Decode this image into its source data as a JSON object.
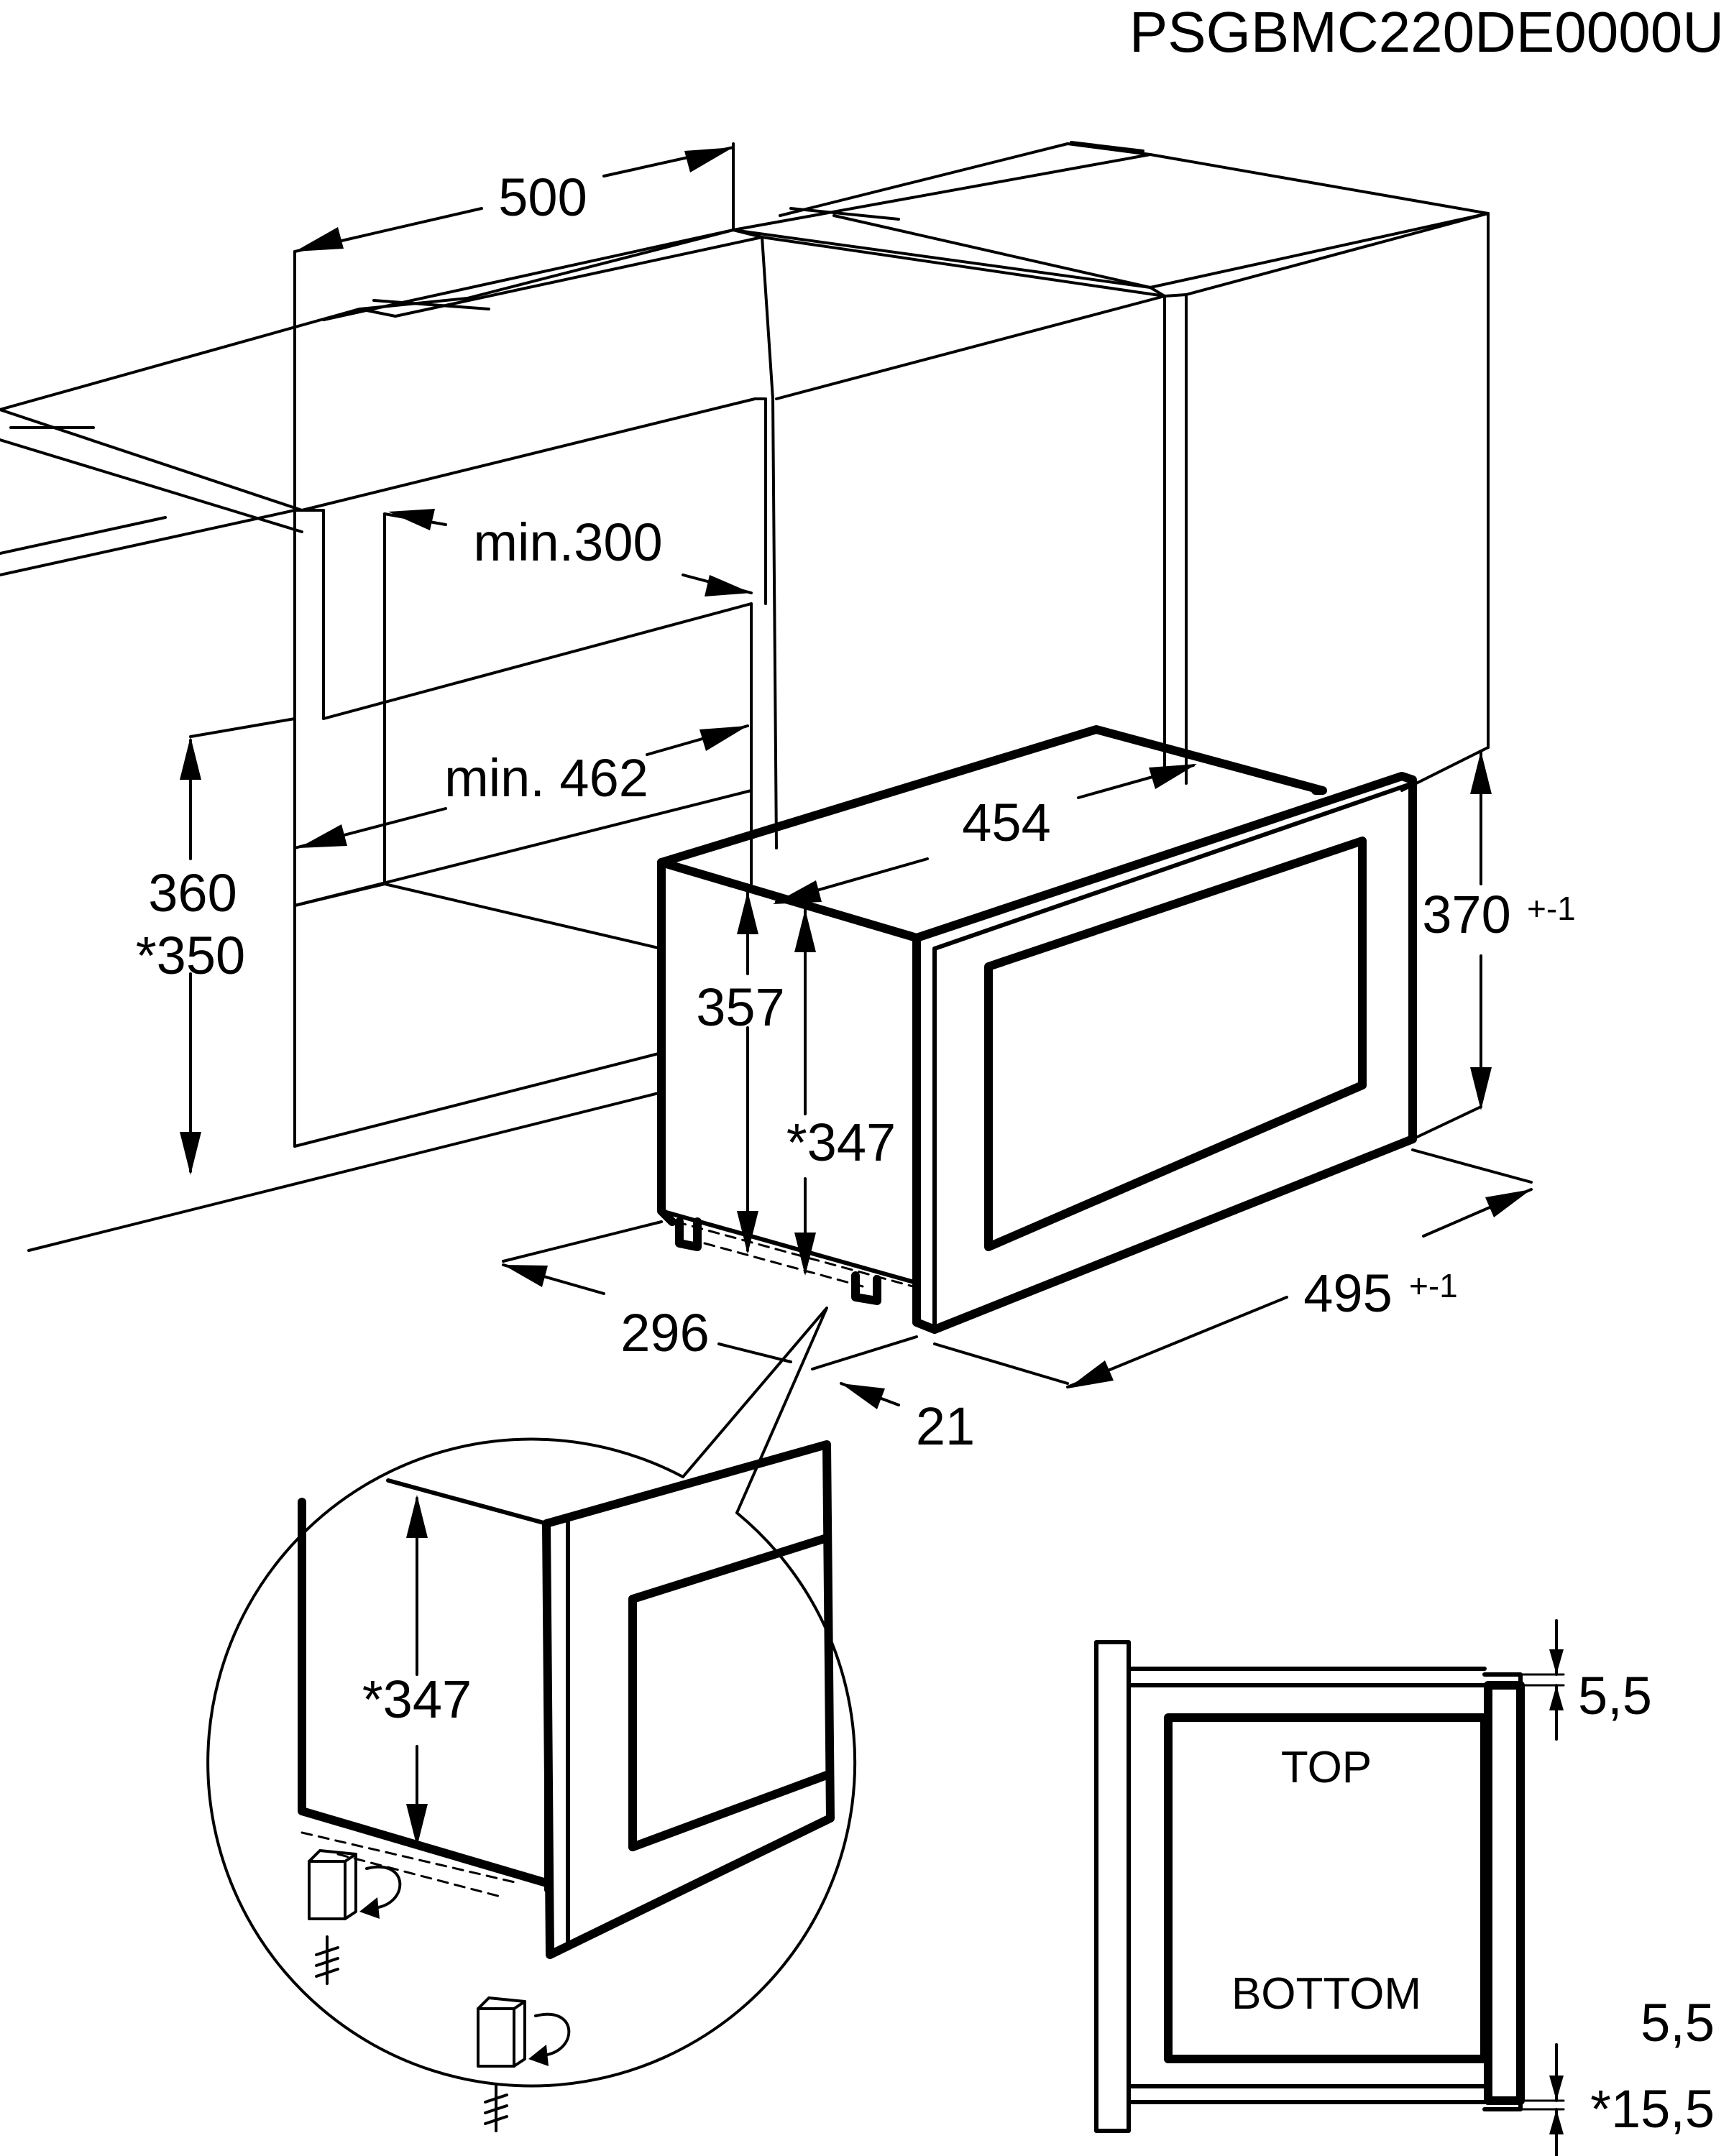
{
  "model_code": "PSGBMC220DE0000U",
  "dimensions": {
    "niche_depth": "500",
    "niche_min_width": "min.300",
    "niche_min_depth": "min. 462",
    "niche_height": "360",
    "niche_height_alt": "*350",
    "appliance_width": "454",
    "appliance_height": "357",
    "appliance_height_alt": "*347",
    "front_height": "370",
    "front_height_tol": "+-1",
    "front_width": "495",
    "front_width_tol": "+-1",
    "foot_offset": "296",
    "front_offset": "21",
    "detail_height": "*347"
  },
  "front_view": {
    "top_label": "TOP",
    "bottom_label": "BOTTOM",
    "top_gap": "5,5",
    "bottom_gap": "5,5",
    "bottom_gap_alt": "*15,5"
  }
}
